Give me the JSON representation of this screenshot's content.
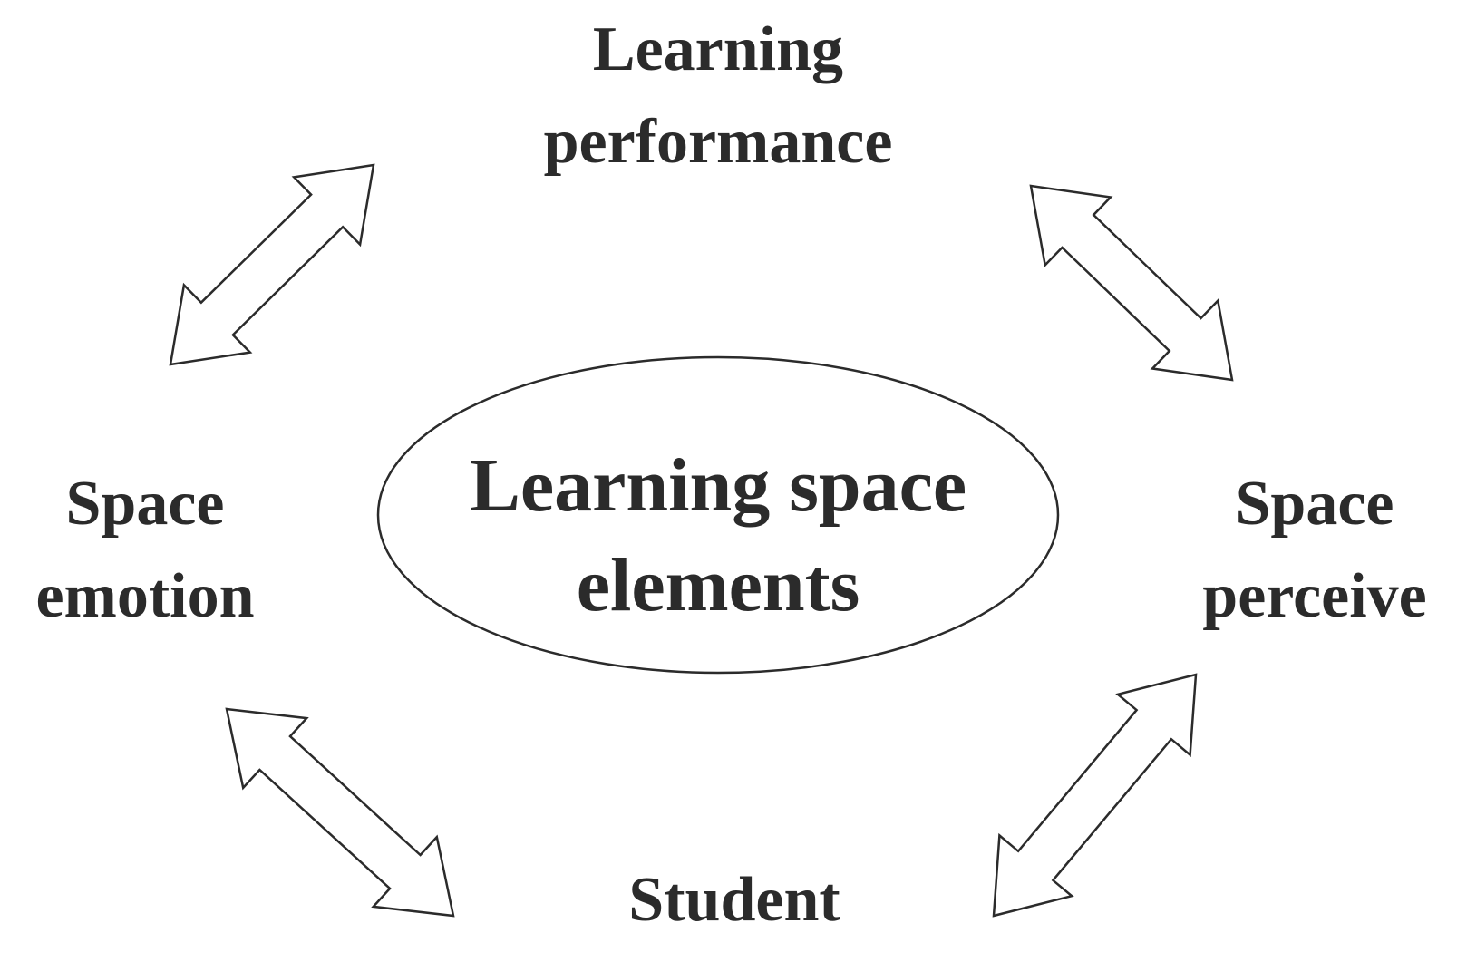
{
  "nodes": {
    "center": {
      "line1": "Learning space",
      "line2": "elements"
    },
    "top": {
      "line1": "Learning",
      "line2": "performance"
    },
    "left": {
      "line1": "Space",
      "line2": "emotion"
    },
    "right": {
      "line1": "Space",
      "line2": "perceive"
    },
    "bottom": {
      "line1": "Student"
    }
  },
  "arrows": [
    {
      "name": "arrow-emotion-performance",
      "type": "bidirectional"
    },
    {
      "name": "arrow-performance-perceive",
      "type": "bidirectional"
    },
    {
      "name": "arrow-emotion-student",
      "type": "bidirectional"
    },
    {
      "name": "arrow-student-perceive",
      "type": "bidirectional"
    }
  ],
  "colors": {
    "text": "#2b2b2b",
    "stroke": "#2b2b2b",
    "fill": "#ffffff"
  }
}
